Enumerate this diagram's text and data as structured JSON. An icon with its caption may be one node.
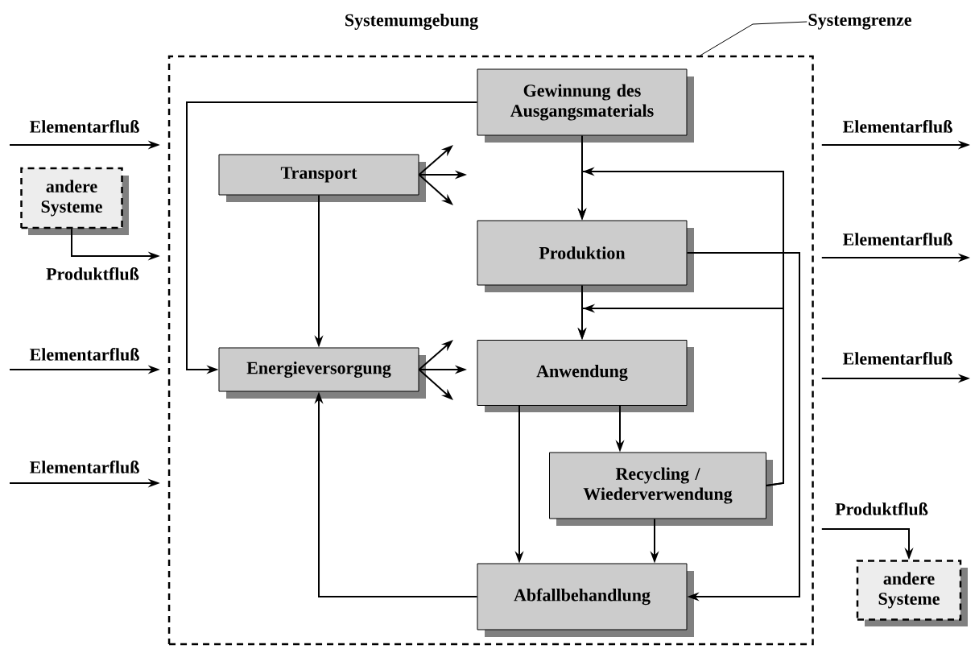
{
  "diagram": {
    "nodes": [
      {
        "text": [],
        "shape": "box"
      },
      {
        "text": [
          "Gewinnung des Ausgangsmaterials"
        ],
        "in": 0
      },
      {
        "text": [
          "Transport"
        ],
        "in": 0
      },
      {
        "text": [
          "Produktion"
        ],
        "in": 0
      },
      {
        "text": [
          "Energieversorgung"
        ],
        "in": 0
      },
      {
        "text": [
          "Anwendung"
        ],
        "in": 0
      },
      {
        "text": [
          "Recycling / Wiederverwendung"
        ],
        "in": 0
      },
      {
        "text": [
          "Abfallbehandlung"
        ],
        "in": 0
      },
      {
        "text": [
          "andere Systeme"
        ]
      },
      {
        "text": [
          "andere Systeme"
        ]
      },
      {
        "text": [
          "Systemgrenze"
        ]
      }
    ],
    "edges": [
      {
        "from": null,
        "to": 0,
        "arrow": "to",
        "label": "Elementarfluß"
      },
      {
        "from": 8,
        "to": 0,
        "arrow": "to",
        "label": "Produktfluß"
      },
      {
        "from": null,
        "to": 0,
        "arrow": "to",
        "label": "Elementarfluß"
      },
      {
        "from": null,
        "to": 0,
        "arrow": "to",
        "label": "Elementarfluß"
      },
      {
        "from": 0,
        "to": null,
        "arrow": "to",
        "label": "Elementarfluß"
      },
      {
        "from": 0,
        "to": null,
        "arrow": "to",
        "label": "Elementarfluß"
      },
      {
        "from": 0,
        "to": null,
        "arrow": "to",
        "label": "Elementarfluß"
      },
      {
        "from": 0,
        "to": 9,
        "arrow": "to",
        "label": "Produktfluß"
      },
      {
        "from": 10,
        "to": 0,
        "arrow": "none"
      },
      {
        "from": 1,
        "to": 4,
        "arrow": "to"
      },
      {
        "from": 1,
        "to": 3,
        "arrow": "to"
      },
      {
        "from": 6,
        "to": 3,
        "arrow": "to"
      },
      {
        "from": 6,
        "to": 5,
        "arrow": "to"
      },
      {
        "from": 3,
        "to": 5,
        "arrow": "to"
      },
      {
        "from": 3,
        "to": 7,
        "arrow": "to"
      },
      {
        "from": 2,
        "to": 4,
        "arrow": "to"
      },
      {
        "from": 5,
        "to": 6,
        "arrow": "to"
      },
      {
        "from": 5,
        "to": 7,
        "arrow": "to"
      },
      {
        "from": 6,
        "to": 7,
        "arrow": "to"
      },
      {
        "from": 7,
        "to": 4,
        "arrow": "to"
      },
      {
        "from": 2,
        "to": null,
        "arrow": "to"
      },
      {
        "from": 2,
        "to": null,
        "arrow": "to"
      },
      {
        "from": 2,
        "to": null,
        "arrow": "to"
      },
      {
        "from": 4,
        "to": null,
        "arrow": "to"
      },
      {
        "from": 4,
        "to": null,
        "arrow": "to"
      },
      {
        "from": 4,
        "to": null,
        "arrow": "to"
      }
    ],
    "labels": [
      "Systemumgebung"
    ]
  }
}
